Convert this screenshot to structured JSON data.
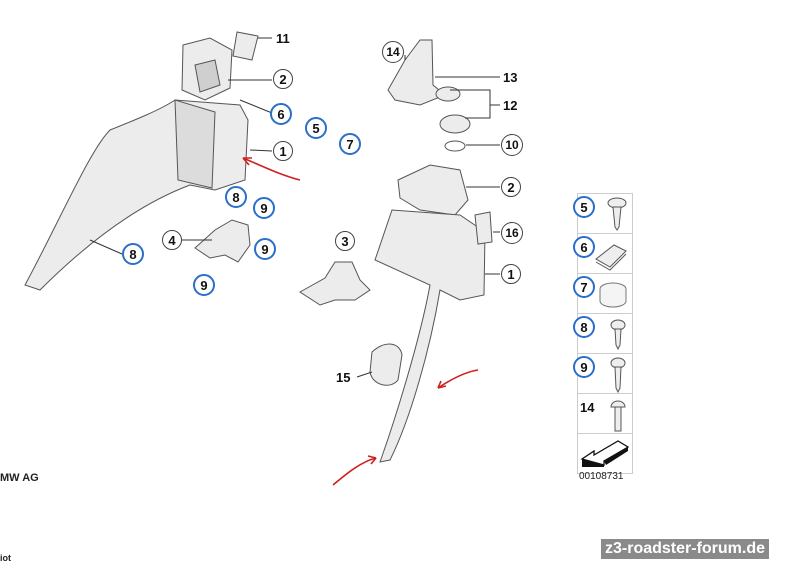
{
  "diagram": {
    "callouts": {
      "c11": "11",
      "c2a": "2",
      "c6": "6",
      "c5": "5",
      "c7": "7",
      "c1a": "1",
      "c8a": "8",
      "c9a": "9",
      "c4": "4",
      "c9b": "9",
      "c8b": "8",
      "c9c": "9",
      "c3": "3",
      "c14": "14",
      "c13": "13",
      "c12": "12",
      "c10": "10",
      "c2b": "2",
      "c16": "16",
      "c1b": "1",
      "c15": "15"
    },
    "legend": [
      {
        "num": "5",
        "part": "screw-icon"
      },
      {
        "num": "6",
        "part": "clip-nut-icon"
      },
      {
        "num": "7",
        "part": "cap-icon"
      },
      {
        "num": "8",
        "part": "screw-icon"
      },
      {
        "num": "9",
        "part": "screw-icon"
      },
      {
        "num": "14",
        "part": "bolt-icon"
      },
      {
        "num": "",
        "part": "arrow-icon"
      }
    ],
    "diagram_code": "00108731",
    "copyright": "MW AG",
    "copyright_cut": "iot",
    "watermark": "z3-roadster-forum.de",
    "colors": {
      "callout_blue": "#2a6fc9",
      "annotation_red": "#d0201e"
    }
  }
}
